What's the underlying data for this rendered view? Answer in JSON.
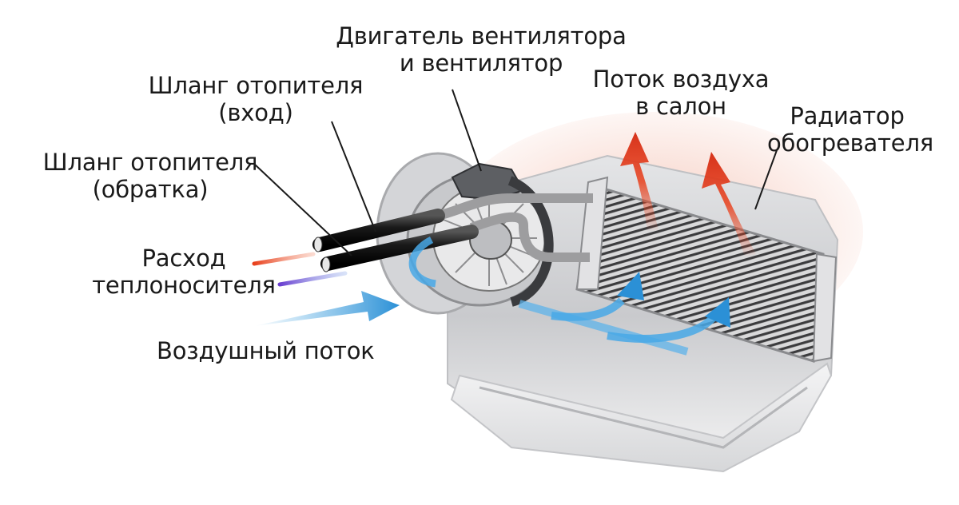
{
  "labels": {
    "fan_motor": [
      "Двигатель вентилятора",
      "и вентилятор"
    ],
    "hose_inlet": [
      "Шланг отопителя",
      "(вход)"
    ],
    "hose_return": [
      "Шланг отопителя",
      "(обратка)"
    ],
    "coolant_flow": [
      "Расход",
      "теплоносителя"
    ],
    "air_flow": "Воздушный поток",
    "cabin_airflow": [
      "Поток воздуха",
      "в салон"
    ],
    "heater_radiator": [
      "Радиатор",
      "обогревателя"
    ]
  },
  "colors": {
    "hot_arrow": "#e8401c",
    "cold_arrow": "#3aa0e0",
    "return_arrow": "#6a3fd0",
    "housing": "#c8c9cc",
    "radiator_frame": "#d7d7d9",
    "leader_line": "#1a1a1a"
  }
}
